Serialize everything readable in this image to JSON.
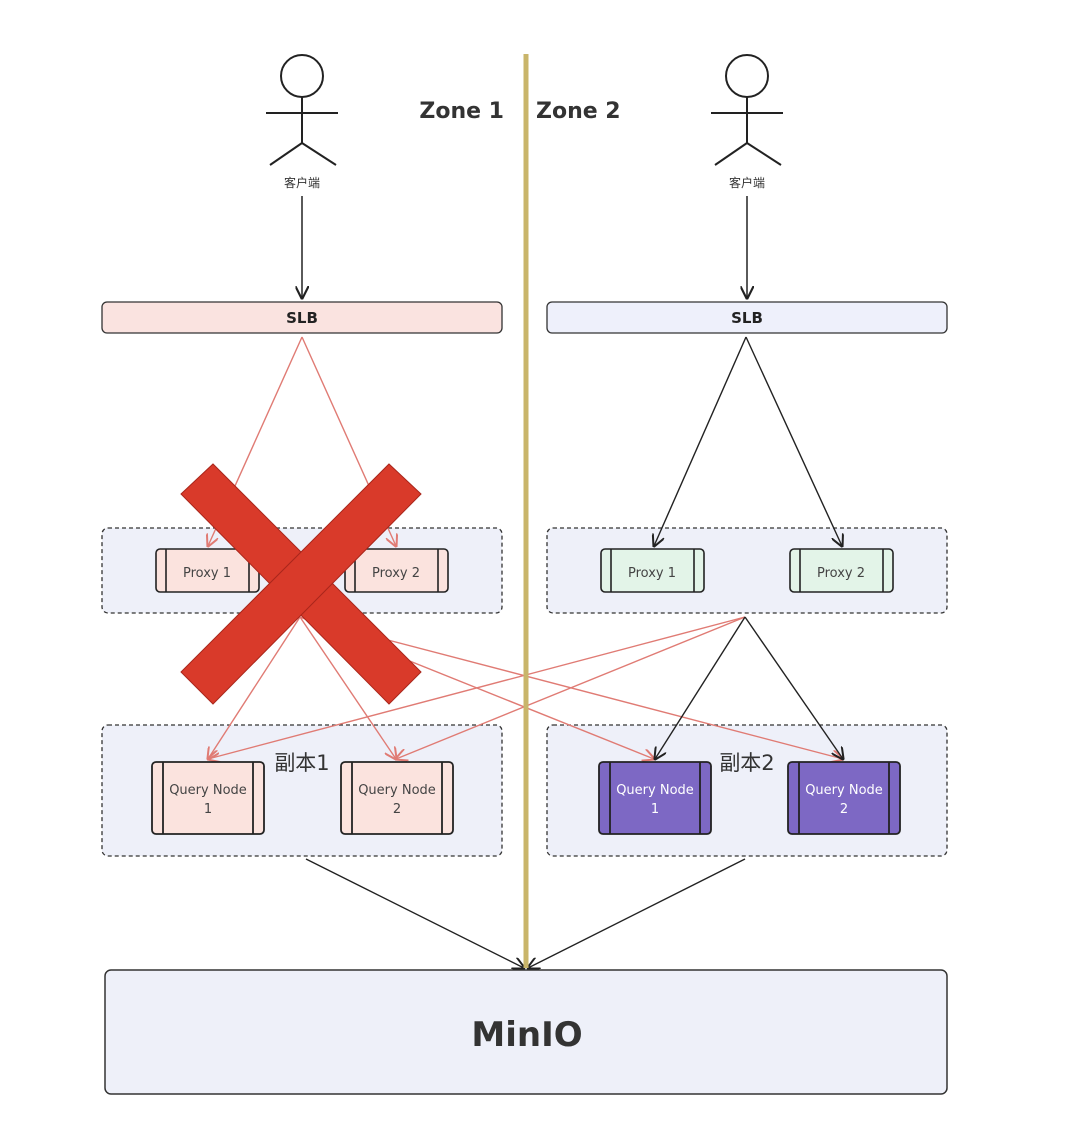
{
  "zones": [
    {
      "label": "Zone 1",
      "client_label": "客户端",
      "slb_label": "SLB",
      "proxies": [
        "Proxy 1",
        "Proxy 2"
      ],
      "replica_label": "副本1",
      "query_nodes": [
        [
          "Query Node",
          "1"
        ],
        [
          "Query Node",
          "2"
        ]
      ],
      "status": "failed"
    },
    {
      "label": "Zone 2",
      "client_label": "客户端",
      "slb_label": "SLB",
      "proxies": [
        "Proxy 1",
        "Proxy 2"
      ],
      "replica_label": "副本2",
      "query_nodes": [
        [
          "Query Node",
          "1"
        ],
        [
          "Query Node",
          "2"
        ]
      ],
      "status": "healthy"
    }
  ],
  "storage": {
    "label": "MinIO"
  },
  "colors": {
    "zone_divider": "#c9b56a",
    "failed_arrow": "#e07b74",
    "normal_arrow": "#222222",
    "slb_zone1_fill": "#fae3e0",
    "slb_zone2_fill": "#eef0fb",
    "group_fill": "#eef0f9",
    "proxy_zone1_fill": "#fbe3de",
    "proxy_zone2_fill": "#e3f4e8",
    "qn_zone1_fill": "#fbe3de",
    "qn_zone2_fill": "#7d68c4",
    "cross_mark": "#d93a2a",
    "minio_fill": "#eef0f9"
  }
}
